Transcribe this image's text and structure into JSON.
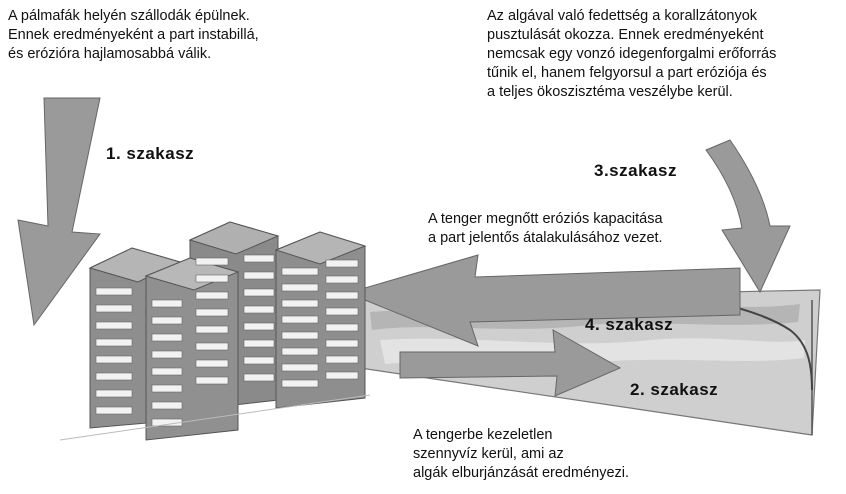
{
  "texts": {
    "top_left": "A pálmafák helyén szállodák épülnek.\nEnnek eredményeként a part instabillá,\nés erózióra hajlamosabbá válik.",
    "top_right": "Az algával való fedettség a korallzátonyok\npusztulását okozza. Ennek eredményeként\nnemcsak egy vonzó idegenforgalmi erőforrás\ntűnik el, hanem felgyorsul a part eróziója és\na teljes ökoszisztéma veszélybe kerül.",
    "middle": "A tenger megnőtt eróziós kapacitása\na part jelentős átalakulásához  vezet.",
    "bottom": "A tengerbe kezeletlen\nszennyvíz kerül, ami az\nalgák elburjánzását eredményezi."
  },
  "stages": {
    "s1": "1. szakasz",
    "s2": "2. szakasz",
    "s3": "3.szakasz",
    "s4": "4. szakasz"
  },
  "colors": {
    "arrow": "#9a9a9a",
    "building": "#8e8e8e",
    "window": "#f2f2f2",
    "sea": "#bcbcbc"
  }
}
